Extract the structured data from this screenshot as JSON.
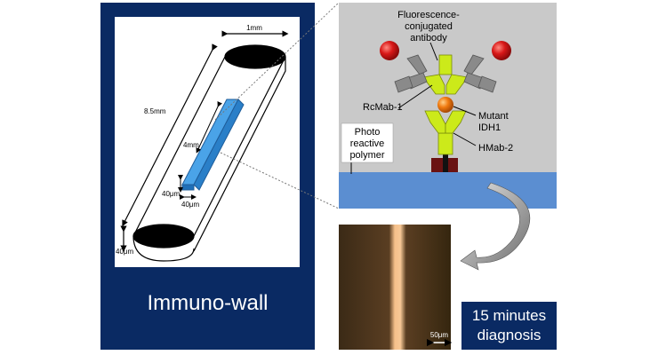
{
  "left_panel": {
    "caption": "Immuno-wall",
    "dims": {
      "top": "1mm",
      "length": "8.5mm",
      "inner_length": "4mm",
      "inner_w": "40μm",
      "inner_h": "40μm",
      "bottom": "40μm"
    }
  },
  "right_panel": {
    "labels": {
      "fluor": [
        "Fluorescence-",
        "conjugated",
        "antibody"
      ],
      "rcmab": "RcMab-1",
      "mutant": [
        "Mutant",
        "IDH1"
      ],
      "hmab": "HMab-2",
      "polymer": [
        "Photo",
        "reactive",
        "polymer"
      ]
    }
  },
  "micrograph": {
    "scale_label": "50μm"
  },
  "badge": {
    "line1": "15 minutes",
    "line2": "diagnosis"
  },
  "colors": {
    "navy": "#0a2a63",
    "substrate": "#5b8ed1",
    "antibody_yellow": "#ccea1a",
    "antibody_gray": "#8a8a8a",
    "sphere_red": "#d81818",
    "sphere_orange": "#f07a10",
    "channel_blue": "#4aa3e8"
  }
}
